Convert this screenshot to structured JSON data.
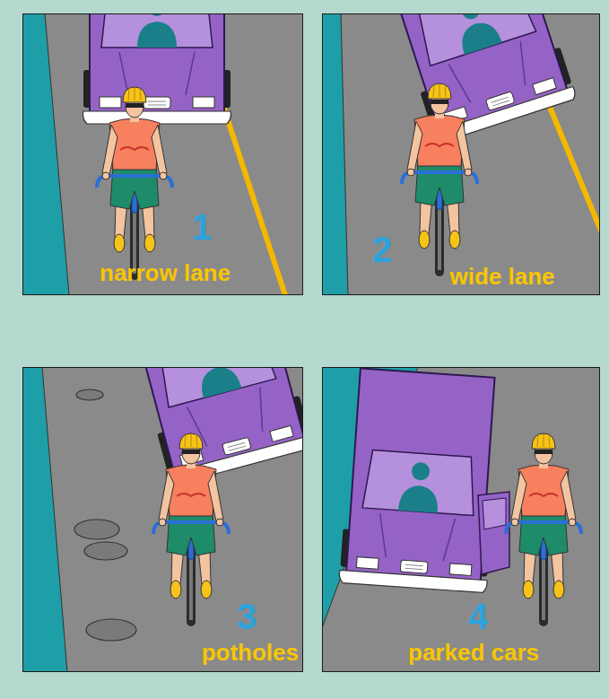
{
  "diagram": {
    "nodes": [
      {
        "text": [
          "1",
          "narrow lane"
        ]
      },
      {
        "text": [
          "2",
          "wide lane"
        ]
      },
      {
        "text": [
          "3",
          "potholes"
        ]
      },
      {
        "text": [
          "4",
          "parked cars"
        ]
      }
    ]
  }
}
